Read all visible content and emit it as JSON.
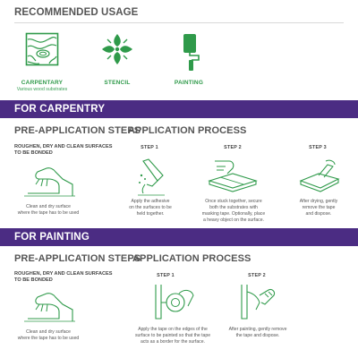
{
  "recommended": {
    "title": "RECOMMENDED USAGE",
    "items": [
      {
        "label": "CARPENTARY",
        "sub": "Various wood substrates",
        "icon": "wood-grain-icon"
      },
      {
        "label": "STENCIL",
        "sub": "",
        "icon": "stencil-flower-icon"
      },
      {
        "label": "PAINTING",
        "sub": "",
        "icon": "paint-roller-icon"
      }
    ]
  },
  "carpentry": {
    "band_title": "FOR CARPENTRY",
    "pre": {
      "title": "PRE-APPLICATION STEPS",
      "subtitle_line1": "ROUGHEN, DRY AND CLEAN SURFACES",
      "subtitle_line2": "TO BE BONDED",
      "caption_line1": "Clean and dry surface",
      "caption_line2": "where the tape has to be used"
    },
    "process": {
      "title": "APPLICATION PROCESS",
      "steps": [
        {
          "label": "STEP 1",
          "lines": [
            "Apply the adhesive",
            "on the surfaces to be",
            "held together."
          ]
        },
        {
          "label": "STEP 2",
          "lines": [
            "Once stuck together, secure",
            "both the substrates with",
            "masking tape. Optionally, place",
            "a heavy object on the surface."
          ]
        },
        {
          "label": "STEP 3",
          "lines": [
            "After drying, gently",
            "remove the tape",
            "and dispose."
          ]
        }
      ]
    }
  },
  "painting": {
    "band_title": "FOR PAINTING",
    "pre": {
      "title": "PRE-APPLICATION STEPS",
      "subtitle_line1": "ROUGHEN, DRY AND CLEAN SURFACES",
      "subtitle_line2": "TO BE BONDED",
      "caption_line1": "Clean and dry surface",
      "caption_line2": "where the tape has to be used"
    },
    "process": {
      "title": "APPLICATION PROCESS",
      "steps": [
        {
          "label": "STEP 1",
          "lines": [
            "Apply the tape on the edges of the",
            "surface to be painted so that the tape",
            "acts as a border for the surface."
          ]
        },
        {
          "label": "STEP 2",
          "lines": [
            "After painting, gently remove",
            "the tape and dispose."
          ]
        }
      ]
    }
  },
  "colors": {
    "accent_green": "#2f9a4a",
    "band_purple": "#4b2c83",
    "text_gray": "#555555"
  }
}
